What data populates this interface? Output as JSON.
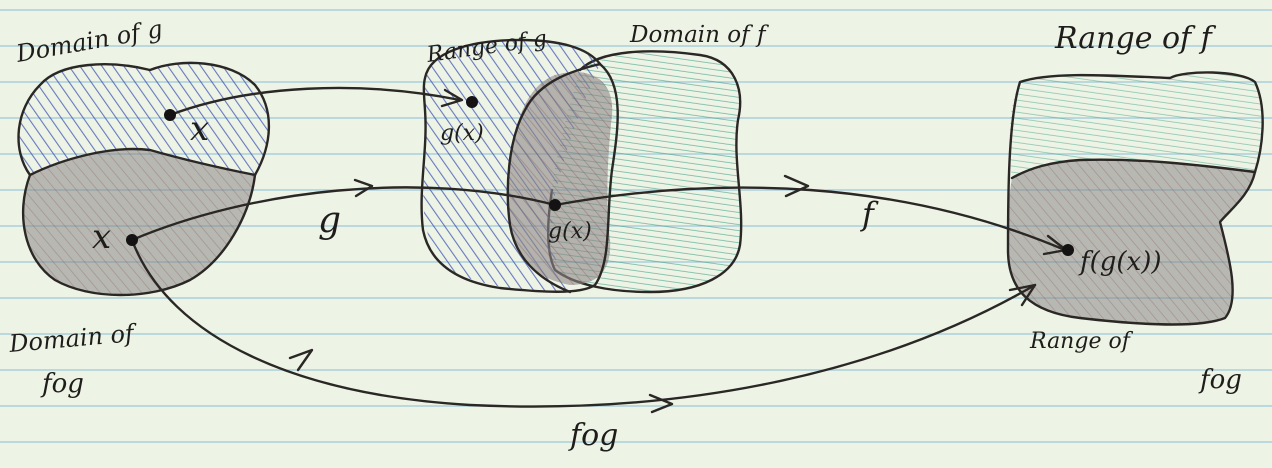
{
  "labels": {
    "domain_g": "Domain of g",
    "range_g": "Range of g",
    "domain_f": "Domain of f",
    "range_f": "Range of f",
    "domain_fog_line1": "Domain of",
    "domain_fog_line2": "fog",
    "range_fog_line1": "Range of",
    "range_fog_line2": "fog",
    "x_upper": "x",
    "x_lower": "x",
    "gx_upper": "g(x)",
    "gx_middle": "g(x)",
    "fgx": "f(g(x))",
    "arrow_g": "g",
    "arrow_f": "f",
    "arrow_fog": "fog"
  },
  "colors": {
    "paper": "#edf4e6",
    "rule_lines": "#9cc6d9",
    "blue_hatch": "#3a4fb0",
    "teal_hatch": "#3f9c86",
    "gray_region": "#8d8686",
    "maroon_region": "#7d4a52",
    "ink": "#2a2725"
  }
}
